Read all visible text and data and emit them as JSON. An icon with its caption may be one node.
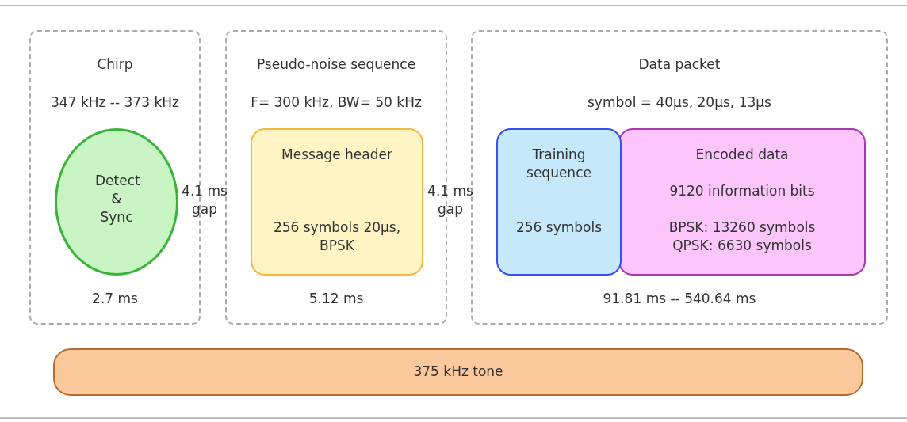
{
  "diagram": {
    "nodes": [
      {
        "text": [
          "Chirp",
          "347 kHz -- 373 kHz",
          "2.7 ms"
        ]
      },
      {
        "text": [
          "Detect & Sync"
        ],
        "in": 0
      },
      {
        "text": [
          "Pseudo-noise sequence",
          "F= 300 kHz, BW= 50 kHz",
          "5.12 ms"
        ]
      },
      {
        "text": [
          "Message header",
          "256 symbols 20µs, BPSK"
        ],
        "in": 2
      },
      {
        "text": [
          "Data packet",
          "symbol = 40µs, 20µs, 13µs",
          "91.81 ms -- 540.64 ms"
        ]
      },
      {
        "text": [
          "Training sequence",
          "256 symbols"
        ],
        "in": 4
      },
      {
        "text": [
          "Encoded data",
          "9120 information bits",
          "BPSK: 13260 symbols QPSK: 6630 symbols"
        ],
        "in": 4
      },
      {
        "text": [
          "375 kHz tone"
        ]
      }
    ],
    "labels": [
      "4.1 ms gap",
      "4.1 ms gap"
    ]
  }
}
